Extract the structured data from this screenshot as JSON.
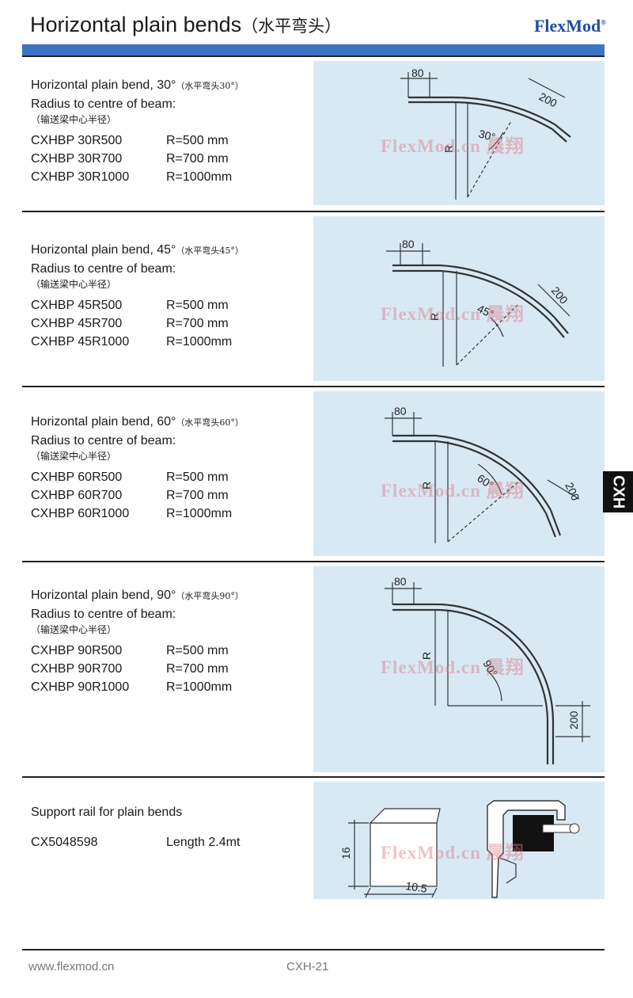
{
  "header": {
    "title": "Horizontal plain bends",
    "title_cn": "（水平弯头）",
    "logo": "FlexMod",
    "logo_mark": "®"
  },
  "watermark": "FlexMod.cn 晨翔",
  "side_tab": "CXH",
  "products": [
    {
      "title": "Horizontal plain bend, 30°",
      "title_cn": "（水平弯头30°）",
      "radius_label": "Radius to centre of beam:",
      "radius_cn": "（输送梁中心半径）",
      "items": [
        {
          "code": "CXHBP 30R500",
          "radius": "R=500 mm"
        },
        {
          "code": "CXHBP 30R700",
          "radius": "R=700 mm"
        },
        {
          "code": "CXHBP 30R1000",
          "radius": "R=1000mm"
        }
      ],
      "dims": {
        "straight": "80",
        "end": "200",
        "angle": "30°",
        "r": "R"
      }
    },
    {
      "title": "Horizontal plain bend, 45°",
      "title_cn": "（水平弯头45°）",
      "radius_label": "Radius to centre of beam:",
      "radius_cn": "（输送梁中心半径）",
      "items": [
        {
          "code": "CXHBP 45R500",
          "radius": "R=500 mm"
        },
        {
          "code": "CXHBP 45R700",
          "radius": "R=700 mm"
        },
        {
          "code": "CXHBP 45R1000",
          "radius": "R=1000mm"
        }
      ],
      "dims": {
        "straight": "80",
        "end": "200",
        "angle": "45°",
        "r": "R"
      }
    },
    {
      "title": "Horizontal plain bend, 60°",
      "title_cn": "（水平弯头60°）",
      "radius_label": "Radius to centre of beam:",
      "radius_cn": "（输送梁中心半径）",
      "items": [
        {
          "code": "CXHBP 60R500",
          "radius": "R=500 mm"
        },
        {
          "code": "CXHBP 60R700",
          "radius": "R=700 mm"
        },
        {
          "code": "CXHBP 60R1000",
          "radius": "R=1000mm"
        }
      ],
      "dims": {
        "straight": "80",
        "end": "200",
        "angle": "60°",
        "r": "R"
      }
    },
    {
      "title": "Horizontal plain bend, 90°",
      "title_cn": "（水平弯头90°）",
      "radius_label": "Radius to centre of beam:",
      "radius_cn": "（输送梁中心半径）",
      "items": [
        {
          "code": "CXHBP 90R500",
          "radius": "R=500 mm"
        },
        {
          "code": "CXHBP 90R700",
          "radius": "R=700 mm"
        },
        {
          "code": "CXHBP 90R1000",
          "radius": "R=1000mm"
        }
      ],
      "dims": {
        "straight": "80",
        "end": "200",
        "angle": "90°",
        "r": "R"
      }
    }
  ],
  "support": {
    "title": "Support rail for plain bends",
    "code": "CX5048598",
    "length": "Length 2.4mt",
    "dims": {
      "height": "16",
      "width": "10.5"
    }
  },
  "footer": {
    "url": "www.flexmod.cn",
    "page": "CXH-21"
  }
}
